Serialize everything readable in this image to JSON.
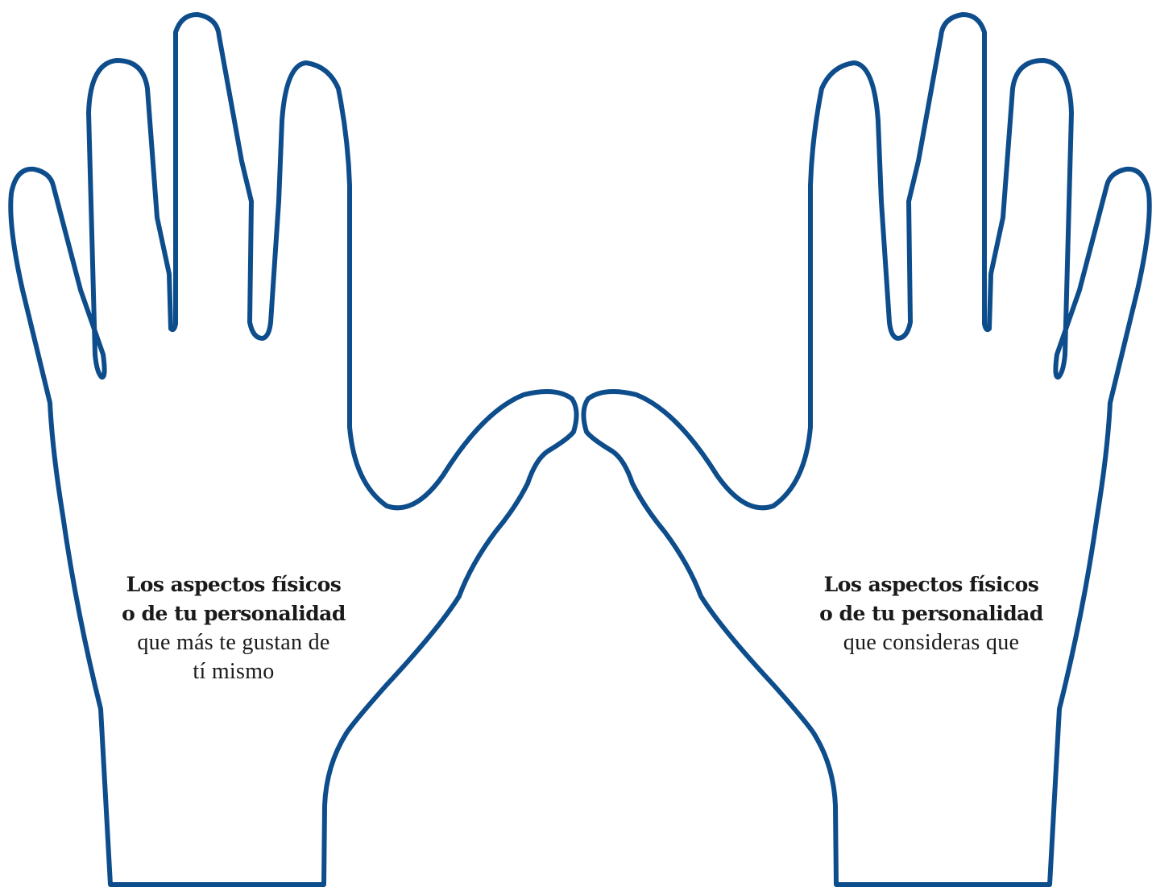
{
  "left_hand": {
    "heading_line1": "Los aspectos físicos",
    "heading_line2": "o de tu personalidad",
    "body_line1": "que más te gustan de",
    "body_line2": "tí mismo"
  },
  "right_hand": {
    "heading_line1": "Los aspectos físicos",
    "heading_line2": "o de tu personalidad",
    "body_line1": "que consideras que"
  },
  "colors": {
    "outline": "#0e4d8b",
    "text": "#1a1a1a",
    "background": "#ffffff"
  }
}
